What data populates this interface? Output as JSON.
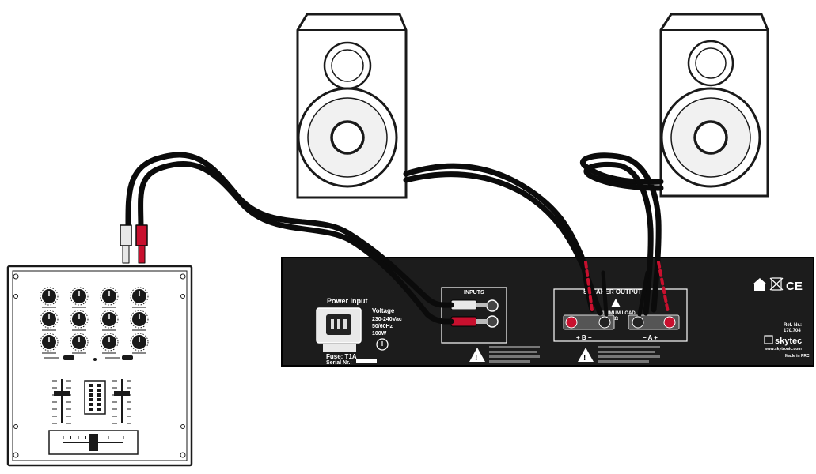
{
  "amplifier": {
    "power_input_label": "Power input",
    "voltage_label": "Voltage",
    "voltage_value": "230-240Vac",
    "frequency_value": "50/60Hz",
    "power_value": "100W",
    "fuse_label": "Fuse: T1A",
    "serial_label": "Serial Nr.:",
    "inputs_label": "INPUTS",
    "speaker_output_label": "SPEAKER OUTPUT",
    "minimum_load_label": "MINIMUM LOAD",
    "minimum_load_value": "4Ω",
    "channel_b_label": "+ B −",
    "channel_a_label": "− A +",
    "ref_label": "Ref. Nr.:",
    "ref_value": "170.704",
    "brand": "skytec",
    "website": "www.skytronic.com",
    "made_in": "Made in PRC",
    "cert_marks": "CE",
    "colors": {
      "panel": "#1c1c1c",
      "cable": "#0b0b0b",
      "rca_red": "#c8102e",
      "rca_white": "#e8e8e8",
      "speaker_fill": "#ffffff",
      "speaker_stroke": "#1a1a1a"
    }
  },
  "mixer": {
    "knob_rows": 3,
    "knob_cols": 4
  }
}
